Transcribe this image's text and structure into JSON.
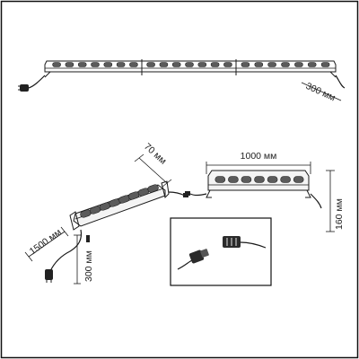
{
  "dimensions": {
    "top_cable": "300 мм",
    "length": "1000 мм",
    "height": "160 мм",
    "depth": "70 мм",
    "cable_in": "1500 мм",
    "cable_out": "300 мм"
  },
  "colors": {
    "stroke": "#1a1a1a",
    "lens": "#5b5b5b",
    "frame": "#111111"
  }
}
